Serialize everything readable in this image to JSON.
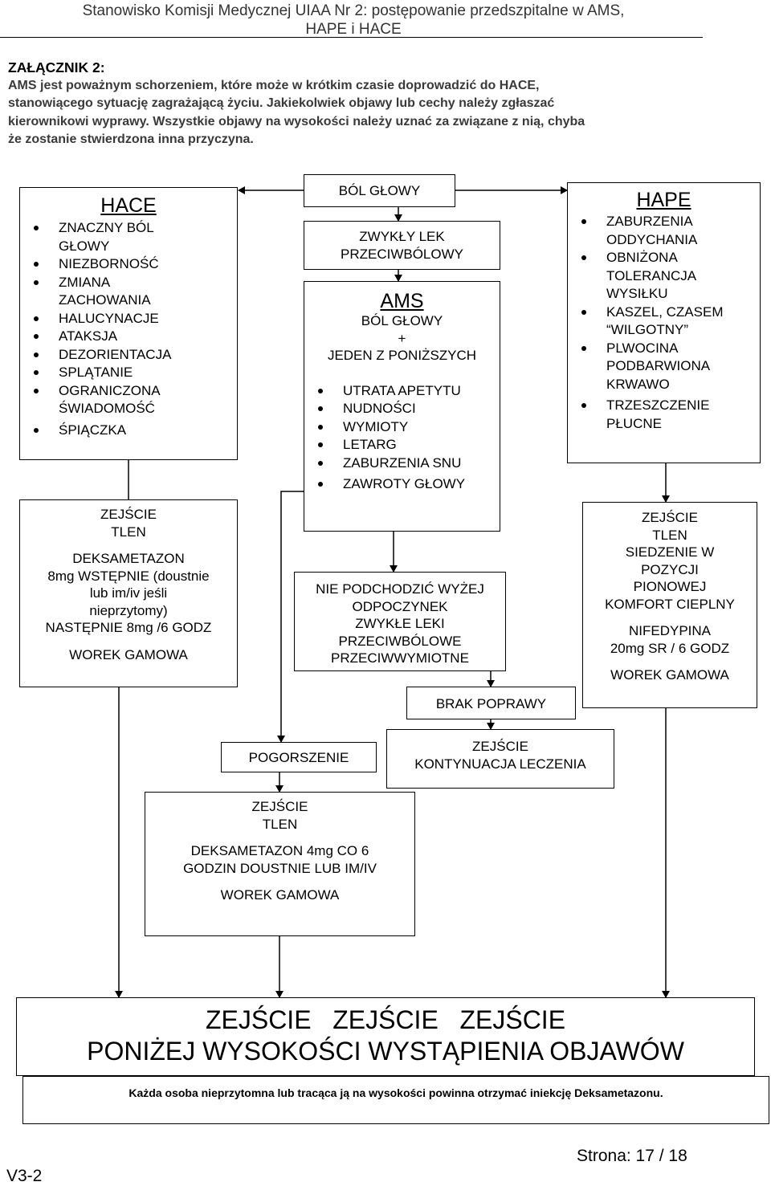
{
  "header": {
    "title_line1": "Stanowisko Komisji Medycznej UIAA Nr 2: postępowanie przedszpitalne w AMS,",
    "title_line2": "HAPE i HACE"
  },
  "intro": {
    "heading": "ZAŁĄCZNIK 2:",
    "line1": "AMS jest poważnym schorzeniem, które może w krótkim czasie doprowadzić do HACE,",
    "line2": "stanowiącego sytuację zagrażającą życiu. Jakiekolwiek objawy lub cechy należy zgłaszać",
    "line3": "kierownikowi wyprawy. Wszystkie objawy na wysokości należy uznać za związane z nią, chyba",
    "line4": "że zostanie stwierdzona inna przyczyna."
  },
  "hace": {
    "title": "HACE",
    "items": [
      "ZNACZNY BÓL GŁOWY",
      "NIEZBORNOŚĆ",
      "ZMIANA ZACHOWANIA",
      "HALUCYNACJE",
      "ATAKSJA",
      "DEZORIENTACJA",
      "SPLĄTANIE",
      "OGRANICZONA ŚWIADOMOŚĆ",
      "ŚPIĄCZKA"
    ]
  },
  "hace_treatment": {
    "l1": "ZEJŚCIE",
    "l2": "TLEN",
    "l3": "DEKSAMETAZON",
    "l4": "8mg WSTĘPNIE (doustnie",
    "l5": "lub im/iv jeśli",
    "l6": "nieprzytomy)",
    "l7": "NASTĘPNIE 8mg /6 GODZ",
    "l8": "WOREK GAMOWA"
  },
  "headache": {
    "label": "BÓL GŁOWY"
  },
  "painkiller": {
    "l1": "ZWYKŁY LEK",
    "l2": "PRZECIWBÓLOWY"
  },
  "ams": {
    "title": "AMS",
    "l1": "BÓL GŁOWY",
    "l2": "+",
    "l3": "JEDEN Z PONIŻSZYCH",
    "items": [
      "UTRATA APETYTU",
      "NUDNOŚCI",
      "WYMIOTY",
      "LETARG",
      "ZABURZENIA SNU",
      "ZAWROTY GŁOWY"
    ]
  },
  "ams_treatment": {
    "l1": "NIE PODCHODZIĆ WYŻEJ",
    "l2": "ODPOCZYNEK",
    "l3": "ZWYKŁE LEKI",
    "l4": "PRZECIWBÓLOWE",
    "l5": "PRZECIWWYMIOTNE"
  },
  "no_improvement": {
    "label": "BRAK POPRAWY"
  },
  "worsening": {
    "label": "POGORSZENIE"
  },
  "continue": {
    "l1": "ZEJŚCIE",
    "l2": "KONTYNUACJA LECZENIA"
  },
  "worsening_treatment": {
    "l1": "ZEJŚCIE",
    "l2": "TLEN",
    "l3": "DEKSAMETAZON 4mg CO 6",
    "l4": "GODZIN DOUSTNIE LUB IM/IV",
    "l5": "WOREK GAMOWA"
  },
  "hape": {
    "title": "HAPE",
    "items": [
      "ZABURZENIA ODDYCHANIA",
      "OBNIŻONA TOLERANCJA WYSIŁKU",
      "KASZEL, CZASEM “WILGOTNY”",
      "PLWOCINA PODBARWIONA KRWAWO",
      "TRZESZCZENIE PŁUCNE"
    ]
  },
  "hape_treatment": {
    "l1": "ZEJŚCIE",
    "l2": "TLEN",
    "l3": "SIEDZENIE W",
    "l4": "POZYCJI",
    "l5": "PIONOWEJ",
    "l6": "KOMFORT CIEPLNY",
    "l7": "NIFEDYPINA",
    "l8": "20mg SR / 6 GODZ",
    "l9": "WOREK GAMOWA"
  },
  "descent": {
    "line1": "ZEJŚCIE   ZEJŚCIE   ZEJŚCIE",
    "line2": "PONIŻEJ WYSOKOŚCI WYSTĄPIENIA OBJAWÓW"
  },
  "note": "Każda osoba nieprzytomna lub tracąca ją na wysokości powinna otrzymać iniekcję Deksametazonu.",
  "footer": {
    "page": "Strona: 17 / 18",
    "version": "V3-2"
  }
}
